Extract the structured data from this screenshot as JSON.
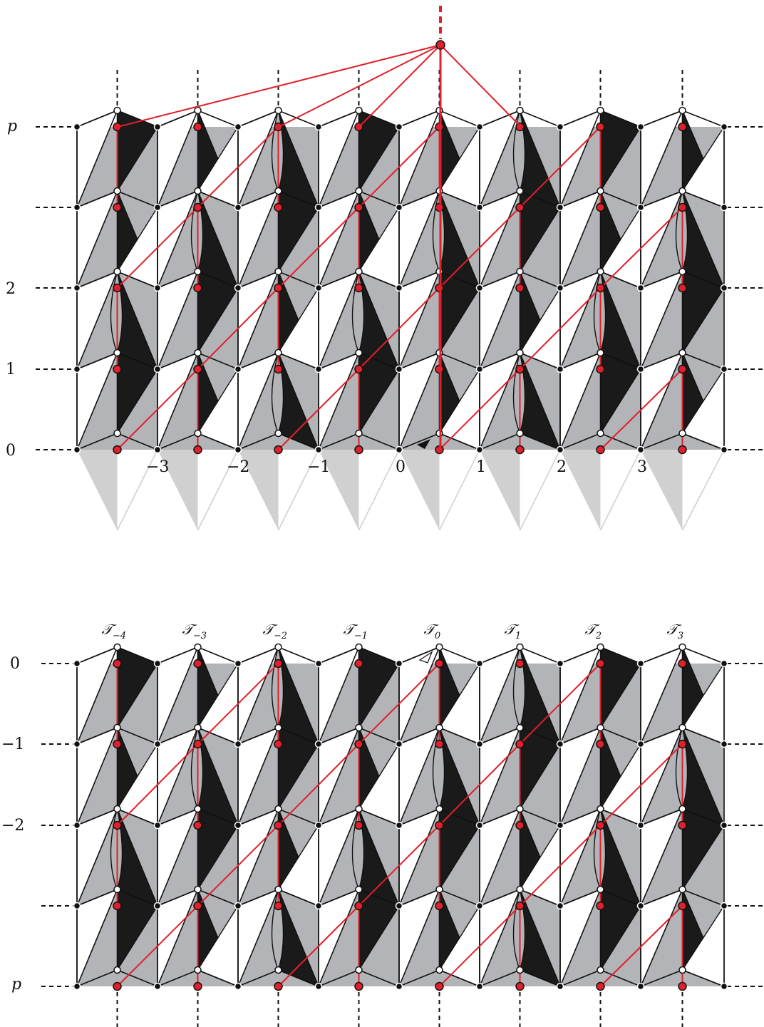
{
  "top_panel": {
    "row_labels": [
      "p",
      "2",
      "1",
      "0"
    ],
    "column_labels": [
      "−3",
      "−2",
      "−1",
      "0",
      "1",
      "2",
      "3"
    ]
  },
  "bottom_panel": {
    "row_labels": [
      "0",
      "−1",
      "−2",
      "p"
    ],
    "column_labels": [
      {
        "base": "𝒯",
        "sub": "−4"
      },
      {
        "base": "𝒯",
        "sub": "−3"
      },
      {
        "base": "𝒯",
        "sub": "−2"
      },
      {
        "base": "𝒯",
        "sub": "−1"
      },
      {
        "base": "𝒯",
        "sub": "0"
      },
      {
        "base": "𝒯",
        "sub": "1"
      },
      {
        "base": "𝒯",
        "sub": "2"
      },
      {
        "base": "𝒯",
        "sub": "3"
      }
    ]
  },
  "colors": {
    "black_triangle": "#1a1a1a",
    "grey_region": "#b3b4b7",
    "light_grey_fringe": "#d0d0d0",
    "red_tree": "#e0202a",
    "node_outline": "#111111"
  }
}
